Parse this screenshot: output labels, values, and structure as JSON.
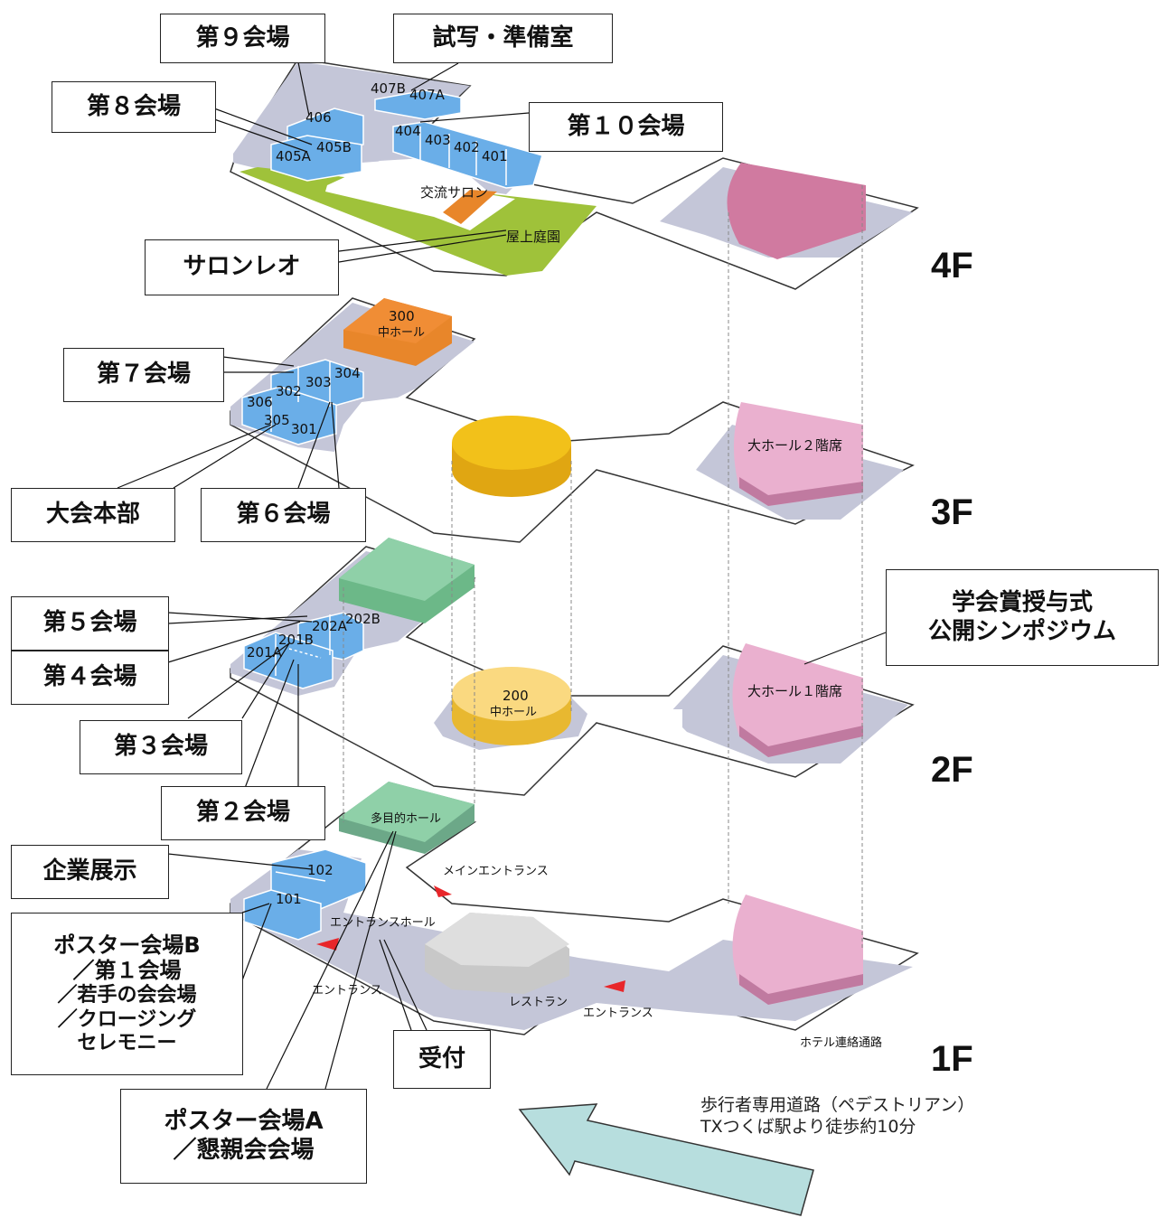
{
  "floors": {
    "f4": "4F",
    "f3": "3F",
    "f2": "2F",
    "f1": "1F"
  },
  "callouts": {
    "hall9": "第９会場",
    "preview": "試写・準備室",
    "hall8": "第８会場",
    "hall10": "第１０会場",
    "salon_leo": "サロンレオ",
    "hall7": "第７会場",
    "hq": "大会本部",
    "hall6": "第６会場",
    "award": [
      "学会賞授与式",
      "公開シンポジウム"
    ],
    "hall5": "第５会場",
    "hall4": "第４会場",
    "hall3": "第３会場",
    "hall2": "第２会場",
    "exhibit": "企業展示",
    "posterB": [
      "ポスター会場B",
      "／第１会場",
      "／若手の会会場",
      "／クロージング",
      "セレモニー"
    ],
    "reception": "受付",
    "posterA": [
      "ポスター会場A",
      "／懇親会会場"
    ]
  },
  "rooms": {
    "r406": "406",
    "r407A": "407A",
    "r407B": "407B",
    "r405A": "405A",
    "r405B": "405B",
    "r404": "404",
    "r403": "403",
    "r402": "402",
    "r401": "401",
    "r300": "300",
    "r300b": "中ホール",
    "r302": "302",
    "r303": "303",
    "r304": "304",
    "r306": "306",
    "r305": "305",
    "r301": "301",
    "r201A": "201A",
    "r201B": "201B",
    "r202A": "202A",
    "r202B": "202B",
    "r200": "200",
    "r200b": "中ホール",
    "r102": "102",
    "r101": "101"
  },
  "labels": {
    "salon": "交流サロン",
    "roof_garden": "屋上庭園",
    "big_hall_2f": "大ホール２階席",
    "big_hall_1f": "大ホール１階席",
    "multi_hall": "多目的ホール",
    "main_entrance": "メインエントランス",
    "entrance_hall": "エントランスホール",
    "entrance_left": "エントランス",
    "restaurant": "レストラン",
    "entrance_right": "エントランス",
    "hotel_passage": "ホテル連絡通路"
  },
  "note": [
    "歩行者専用道路（ペデストリアン）",
    "TXつくば駅より徒歩約10分"
  ],
  "colors": {
    "floor": "#c4c6d8",
    "room_blue": "#6aaee8",
    "orange": "#e8862a",
    "yellow": "#f2c11a",
    "pink_dark": "#d07aa0",
    "pink_light": "#eab0cf",
    "green": "#8fd0a8",
    "lime": "#9fc23a",
    "gray": "#d8d8d8",
    "arrow": "#b7dede",
    "marker": "#e8262a"
  }
}
